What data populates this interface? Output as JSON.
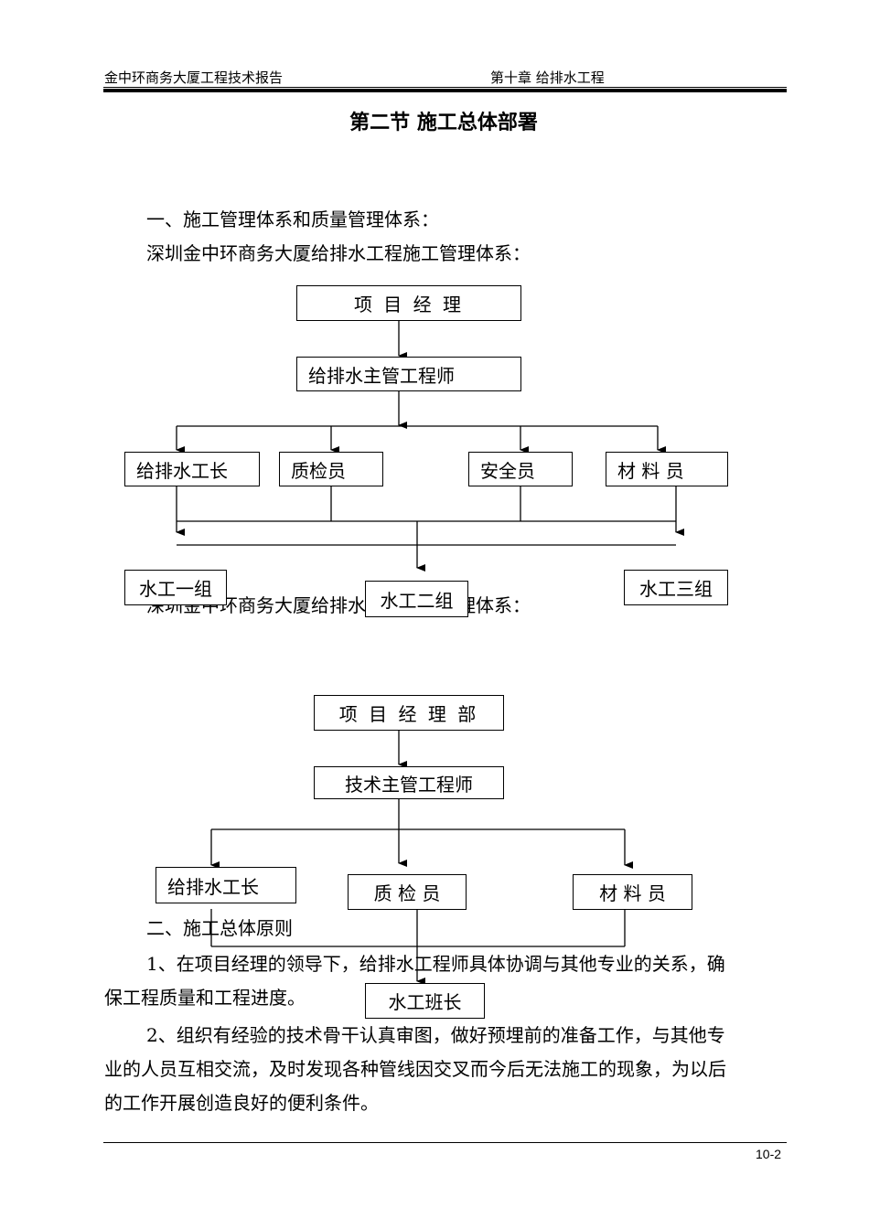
{
  "header": {
    "left": "金中环商务大厦工程技术报告",
    "right": "第十章  给排水工程"
  },
  "section_title": "第二节  施工总体部署",
  "heading_1": "一、施工管理体系和质量管理体系：",
  "chart1_caption": "深圳金中环商务大厦给排水工程施工管理体系：",
  "chart1": {
    "top": "项  目  经  理",
    "second": "给排水主管工程师",
    "row": [
      "给排水工长",
      "质检员",
      "安全员",
      "材 料 员"
    ],
    "teams": [
      "水工一组",
      "水工二组",
      "水工三组"
    ]
  },
  "chart2_caption": "深圳金中环商务大厦给排水工程质量管理体系：",
  "chart2": {
    "top": "项 目 经 理 部",
    "second": "技术主管工程师",
    "row": [
      "给排水工长",
      "质 检 员",
      "材 料 员"
    ],
    "team": "水工班长"
  },
  "heading_2": "二、施工总体原则",
  "para_1_line1": "1、在项目经理的领导下，给排水工程师具体协调与其他专业的关系，确",
  "para_1_line2": "保工程质量和工程进度。",
  "para_2_line1": "2、组织有经验的技术骨干认真审图，做好预埋前的准备工作，与其他专",
  "para_2_line2": "业的人员互相交流，及时发现各种管线因交叉而今后无法施工的现象，为以后",
  "para_2_line3": "的工作开展创造良好的便利条件。",
  "page_number": "10-2"
}
